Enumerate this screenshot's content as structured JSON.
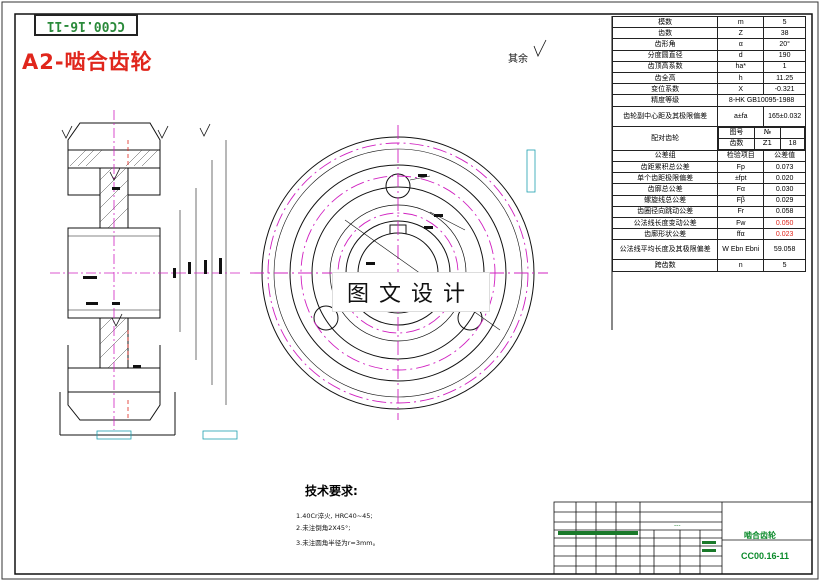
{
  "stamp_code": "CC00.16-11",
  "drawing_title": "A2-啮合齿轮",
  "roughness_note": "其余",
  "watermark": "图文设计",
  "params": [
    {
      "name": "模数",
      "sym": "m",
      "val": "5"
    },
    {
      "name": "齿数",
      "sym": "Z",
      "val": "38"
    },
    {
      "name": "齿形角",
      "sym": "α",
      "val": "20°"
    },
    {
      "name": "分度圆直径",
      "sym": "d",
      "val": "190"
    },
    {
      "name": "齿顶高系数",
      "sym": "ha*",
      "val": "1"
    },
    {
      "name": "齿全高",
      "sym": "h",
      "val": "11.25"
    },
    {
      "name": "变位系数",
      "sym": "X",
      "val": "-0.321"
    },
    {
      "name": "精度等级",
      "span": "8-HK GB10095-1988"
    },
    {
      "name": "齿轮副中心距及其极限偏差",
      "sym": "a±fa",
      "val": "165±0.032"
    },
    {
      "name": "配对齿轮",
      "sub1": "图号",
      "sub1v": "№",
      "sub2": "齿数",
      "sym": "Z1",
      "val": "18"
    },
    {
      "name": "公差组",
      "sym": "检验项目",
      "val": "公差值"
    },
    {
      "name": "齿距累积总公差",
      "sym": "Fp",
      "val": "0.073"
    },
    {
      "name": "单个齿距极限偏差",
      "sym": "±fpt",
      "val": "0.020"
    },
    {
      "name": "齿廓总公差",
      "sym": "Fα",
      "val": "0.030"
    },
    {
      "name": "螺旋线总公差",
      "sym": "Fβ",
      "val": "0.029"
    },
    {
      "name": "齿圈径向跳动公差",
      "sym": "Fr",
      "val": "0.058"
    },
    {
      "name": "公法线长度变动公差",
      "sym": "Fw",
      "val": "0.050",
      "red": true
    },
    {
      "name": "齿廓形状公差",
      "sym": "ffα",
      "val": "0.023",
      "red": true
    },
    {
      "name": "公法线平均长度及其极限偏差",
      "sym": "W Ebn Ebni",
      "val": "59.058"
    },
    {
      "name": "跨齿数",
      "sym": "n",
      "val": "5"
    }
  ],
  "tech_title": "技术要求:",
  "tech_items": [
    "1.40Cr淬火, HRC40~45;",
    "2.未注倒角2X45°;",
    "3.未注圆角半径为r=3mm。"
  ],
  "title_block": {
    "part_name": "啮合齿轮",
    "drawing_code": "CC00.16-11",
    "dash": "---"
  },
  "colors": {
    "red": "#e0261c",
    "magenta": "#d020c0",
    "green": "#0a8a2a",
    "cyan": "#20b0c0"
  }
}
